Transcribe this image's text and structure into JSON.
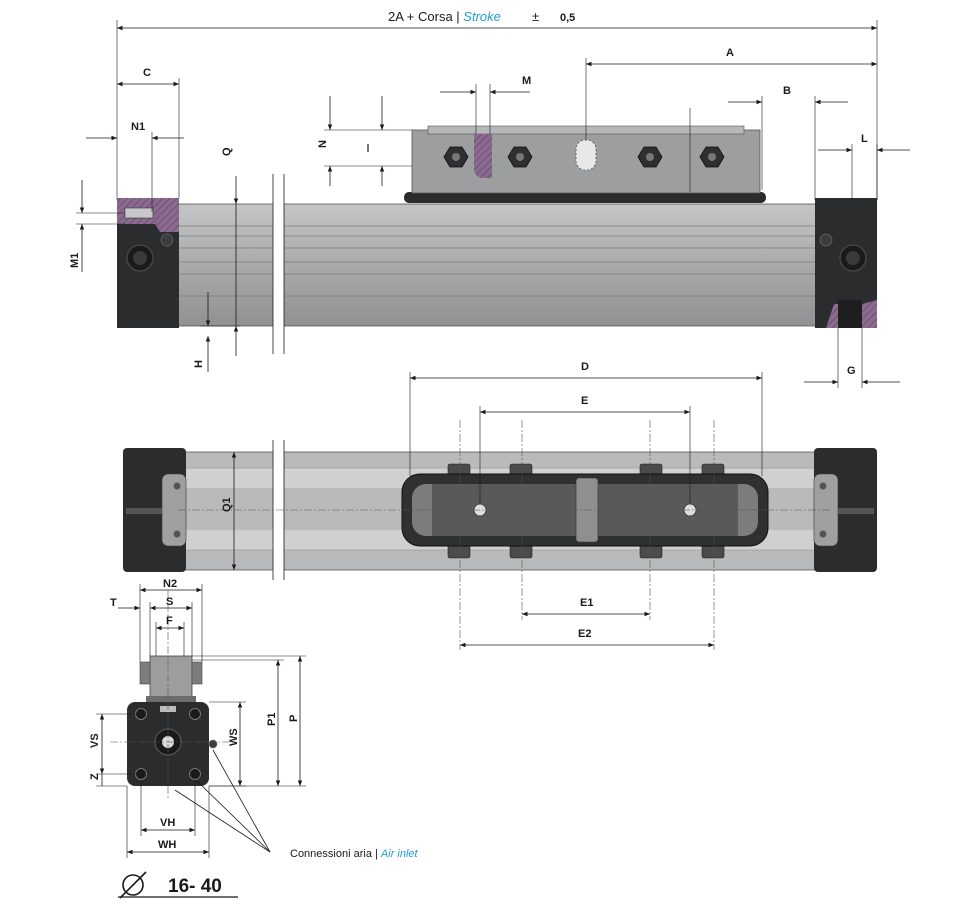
{
  "title": {
    "prefix": "2A + Corsa |",
    "stroke": "Stroke",
    "plusminus": "±",
    "tolerance": "0,5"
  },
  "dimensions": {
    "A": "A",
    "B": "B",
    "C": "C",
    "M": "M",
    "N": "N",
    "N1": "N1",
    "L": "L",
    "Q": "Q",
    "M1": "M1",
    "H": "H",
    "G": "G",
    "D": "D",
    "E": "E",
    "Q1": "Q1",
    "E1": "E1",
    "E2": "E2",
    "N2": "N2",
    "T": "T",
    "S": "S",
    "F": "F",
    "VS": "VS",
    "WS": "WS",
    "P1": "P1",
    "P": "P",
    "Z": "Z",
    "VH": "VH",
    "WH": "WH"
  },
  "note": {
    "label": "Connessioni aria |",
    "italic": "Air inlet"
  },
  "size": {
    "symbol": "Ø",
    "label": "16- 40"
  },
  "colors": {
    "body": "#a9aaac",
    "dark": "#2b2c2e",
    "section": "#8a6a8e",
    "accent": "#1e9fd8"
  }
}
